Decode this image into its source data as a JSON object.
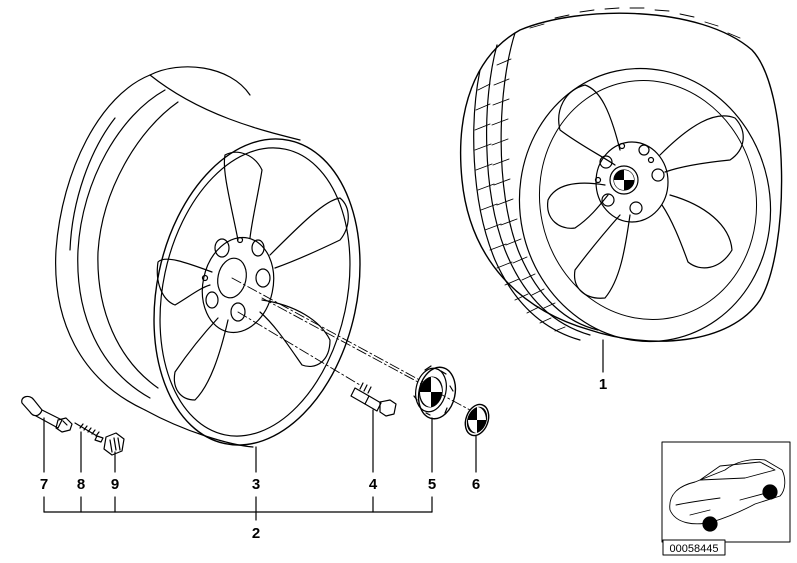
{
  "callouts": [
    {
      "id": "1",
      "label": "1"
    },
    {
      "id": "2",
      "label": "2"
    },
    {
      "id": "3",
      "label": "3"
    },
    {
      "id": "4",
      "label": "4"
    },
    {
      "id": "5",
      "label": "5"
    },
    {
      "id": "6",
      "label": "6"
    },
    {
      "id": "7",
      "label": "7"
    },
    {
      "id": "8",
      "label": "8"
    },
    {
      "id": "9",
      "label": "9"
    }
  ],
  "inset": {
    "reference_number": "00058445"
  },
  "icons": [
    "bmw-roundel-icon",
    "car-silhouette-icon"
  ],
  "colors": {
    "line": "#000000",
    "background": "#ffffff"
  }
}
